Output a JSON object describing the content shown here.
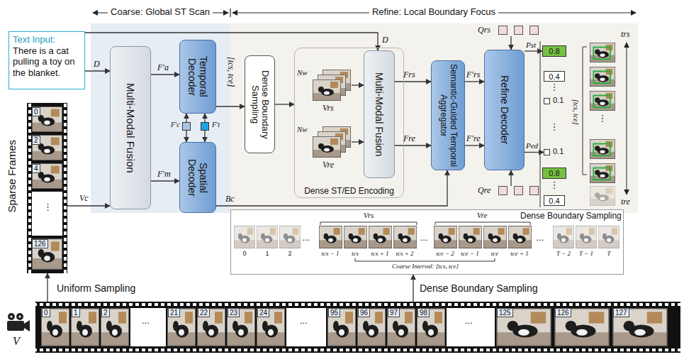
{
  "diagram": {
    "nodes": [
      {
        "text": [
          "Text Input:",
          "There is a cat pulling a toy on the blanket."
        ]
      },
      {
        "text": [
          "Sparse Frames",
          "0",
          "2",
          "4",
          "⋮",
          "126"
        ]
      },
      {
        "text": [
          "Multi-Modal Fusion"
        ]
      },
      {
        "text": [
          "Temporal Decoder"
        ]
      },
      {
        "text": [
          "Spatial Decoder"
        ]
      },
      {
        "text": [
          "F′c"
        ]
      },
      {
        "text": [
          "F′t"
        ]
      },
      {
        "text": [
          "Dense Boundary Sampling"
        ]
      },
      {
        "text": [
          "Dense ST/ED Encoding"
        ]
      },
      {
        "text": [
          "Nw",
          "Vrs"
        ],
        "in": 8
      },
      {
        "text": [
          "Nw",
          "Vre"
        ],
        "in": 8
      },
      {
        "text": [
          "Multi-Modal Fusion"
        ],
        "in": 8
      },
      {
        "text": [
          "Semantic-Guided Temporal Aggregator"
        ]
      },
      {
        "text": [
          "Refine Decoder"
        ]
      },
      {
        "text": [
          "Qrs"
        ]
      },
      {
        "text": [
          "Qre"
        ]
      },
      {
        "text": [
          "0.8"
        ]
      },
      {
        "text": [
          "0.4"
        ]
      },
      {
        "text": [
          "0.1"
        ]
      },
      {
        "text": [
          "0.1"
        ]
      },
      {
        "text": [
          "0.8"
        ]
      },
      {
        "text": [
          "0.4"
        ]
      },
      {
        "text": [
          "Dense Boundary Sampling"
        ]
      },
      {
        "text": [
          "0",
          "1",
          "2",
          "...",
          "21",
          "22",
          "23",
          "24",
          "...",
          "95",
          "96",
          "97",
          "98",
          "...",
          "125",
          "126",
          "127"
        ]
      }
    ],
    "edges": [
      {
        "from": 0,
        "to": 2,
        "arrow": "to",
        "label": "D"
      },
      {
        "from": 0,
        "to": 11,
        "arrow": "to",
        "label": "D"
      },
      {
        "from": 1,
        "to": 2,
        "arrow": "to",
        "label": "Vc"
      },
      {
        "from": 2,
        "to": 3,
        "arrow": "to",
        "label": "F′a"
      },
      {
        "from": 2,
        "to": 4,
        "arrow": "to",
        "label": "F′m"
      },
      {
        "from": 5,
        "to": 3,
        "arrow": "to"
      },
      {
        "from": 5,
        "to": 4,
        "arrow": "to"
      },
      {
        "from": 6,
        "to": 3,
        "arrow": "to"
      },
      {
        "from": 6,
        "to": 4,
        "arrow": "to"
      },
      {
        "from": 3,
        "to": 7,
        "arrow": "to",
        "label": "[tcs, tce]"
      },
      {
        "from": 4,
        "to": 12,
        "arrow": "to",
        "label": "Bc"
      },
      {
        "from": 7,
        "to": 8,
        "arrow": "to"
      },
      {
        "from": 9,
        "to": 11,
        "arrow": "to"
      },
      {
        "from": 10,
        "to": 11,
        "arrow": "to"
      },
      {
        "from": 11,
        "to": 12,
        "arrow": "to",
        "label": "Frs"
      },
      {
        "from": 11,
        "to": 12,
        "arrow": "to",
        "label": "Fre"
      },
      {
        "from": 12,
        "to": 13,
        "arrow": "to",
        "label": "F′rs"
      },
      {
        "from": 12,
        "to": 13,
        "arrow": "to",
        "label": "F′re"
      },
      {
        "from": 13,
        "to": 16,
        "arrow": "to",
        "label": "Pst"
      },
      {
        "from": 13,
        "to": 19,
        "arrow": "to",
        "label": "Ped"
      },
      {
        "from": 14,
        "to": 13,
        "arrow": "to"
      },
      {
        "from": 15,
        "to": 13,
        "arrow": "to"
      },
      {
        "from": 23,
        "to": 1,
        "arrow": "to",
        "label": "Uniform Sampling"
      },
      {
        "from": 23,
        "to": 22,
        "arrow": "to",
        "label": "Dense Boundary Sampling"
      }
    ],
    "labels": [
      "Coarse: Global ST Scan",
      "Refine: Local Boundary Focus",
      "V",
      "⋮",
      "⋮",
      "⋮",
      "[tcs, tce]",
      "trs",
      "tre",
      "⋮",
      "Vrs",
      "Vre",
      "0",
      "1",
      "2",
      "...",
      "tcs − 1",
      "tcs",
      "tcs + 1",
      "tcs + 2",
      "...",
      "tce − 2",
      "tce − 1",
      "tce",
      "tce + 1",
      "...",
      "T − 2",
      "T − 1",
      "T",
      "Coarse Interval: [tcs, tce]"
    ]
  }
}
